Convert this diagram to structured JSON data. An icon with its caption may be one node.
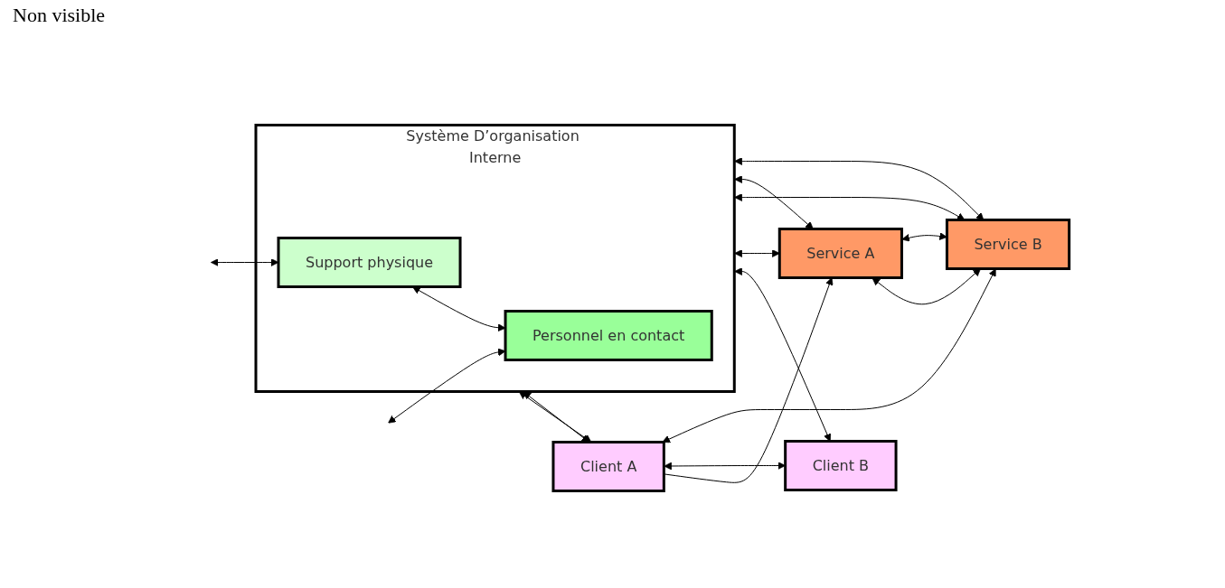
{
  "diagram": {
    "nodes": [
      {
        "text": [
          "Système D’organisation Interne"
        ]
      },
      {
        "text": [
          "Support physique"
        ],
        "in": 0
      },
      {
        "text": [
          "Personnel en contact"
        ],
        "in": 0
      },
      {
        "text": [
          "Client A"
        ]
      },
      {
        "text": [
          "Client  B"
        ]
      },
      {
        "text": [
          "Service A"
        ]
      },
      {
        "text": [
          "Service B"
        ]
      }
    ],
    "edges": [
      {
        "from": null,
        "to": 1,
        "arrow": "both"
      },
      {
        "from": null,
        "to": 2,
        "arrow": "both"
      },
      {
        "from": 1,
        "to": 2,
        "arrow": "both"
      },
      {
        "from": 0,
        "to": 3,
        "arrow": "both"
      },
      {
        "from": 0,
        "to": 3,
        "arrow": "both"
      },
      {
        "from": 0,
        "to": 4,
        "arrow": "both"
      },
      {
        "from": 0,
        "to": 5,
        "arrow": "both"
      },
      {
        "from": 0,
        "to": 6,
        "arrow": "both"
      },
      {
        "from": 0,
        "to": 5,
        "arrow": "both"
      },
      {
        "from": 0,
        "to": 6,
        "arrow": "both"
      },
      {
        "from": 3,
        "to": 5,
        "arrow": "to"
      },
      {
        "from": 3,
        "to": 4,
        "arrow": "both"
      },
      {
        "from": 5,
        "to": 6,
        "arrow": "both"
      },
      {
        "from": 5,
        "to": 6,
        "arrow": "both"
      },
      {
        "from": 6,
        "to": 3,
        "arrow": "both"
      }
    ],
    "labels": [
      "Non visible"
    ]
  }
}
